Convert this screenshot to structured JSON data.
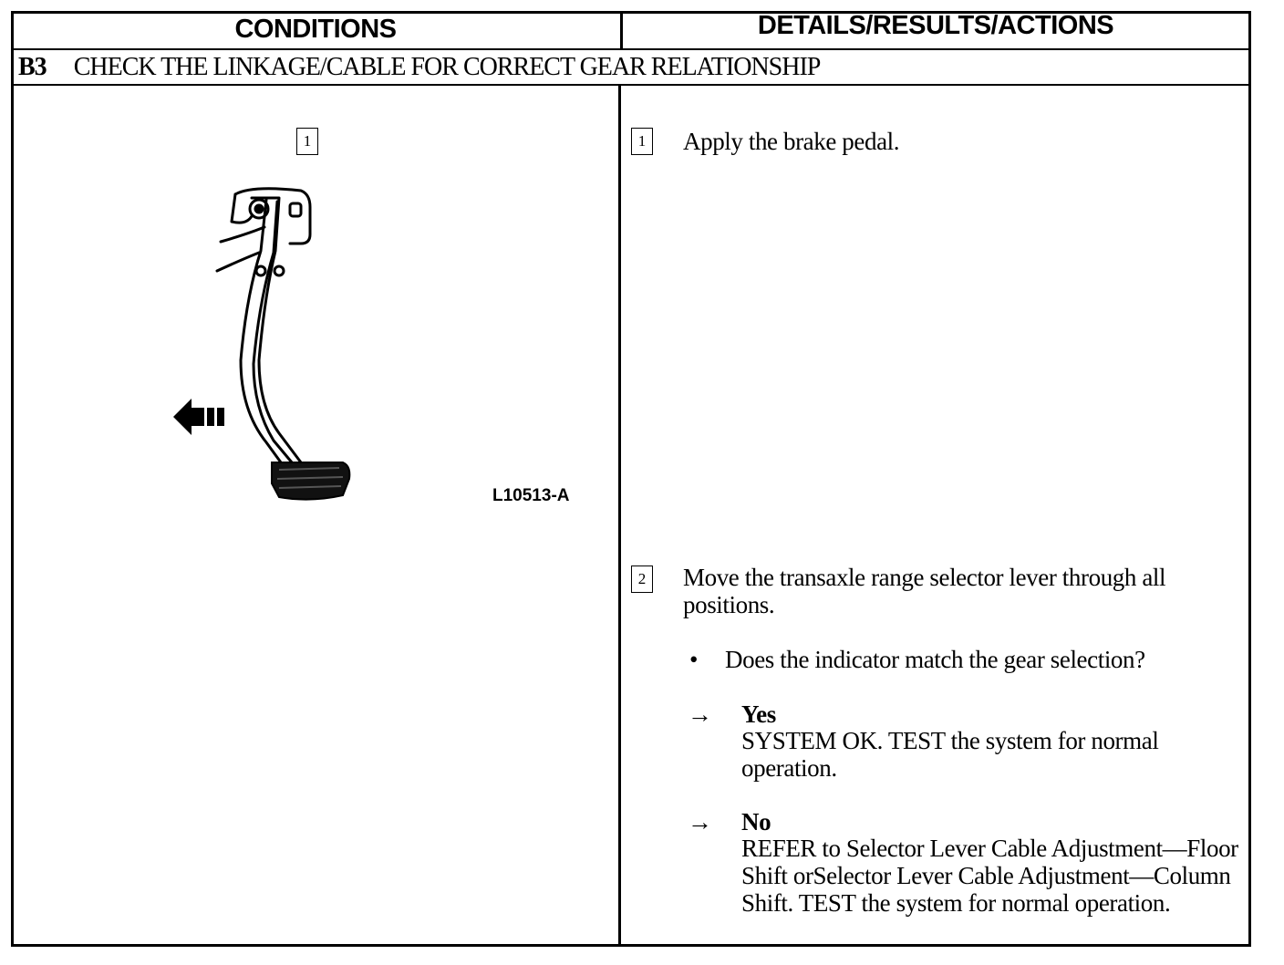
{
  "table": {
    "col_conditions": "CONDITIONS",
    "col_details": "DETAILS/RESULTS/ACTIONS"
  },
  "step": {
    "id": "B3",
    "title": "CHECK THE LINKAGE/CABLE FOR CORRECT GEAR RELATIONSHIP"
  },
  "figure": {
    "callout": "1",
    "label": "L10513-A",
    "icon": "brake-pedal-illustration"
  },
  "actions": [
    {
      "num": "1",
      "text": "Apply the brake pedal."
    },
    {
      "num": "2",
      "text": "Move the transaxle range selector lever through all positions."
    }
  ],
  "question": {
    "bullet": "•",
    "text": "Does the indicator match the gear selection?"
  },
  "results": [
    {
      "arrow": "→",
      "label": "Yes",
      "text": "SYSTEM OK. TEST the system for normal operation."
    },
    {
      "arrow": "→",
      "label": "No",
      "text": "REFER to Selector Lever Cable Adjustment—Floor Shift orSelector Lever Cable Adjustment—Column Shift. TEST the system for normal  operation."
    }
  ]
}
